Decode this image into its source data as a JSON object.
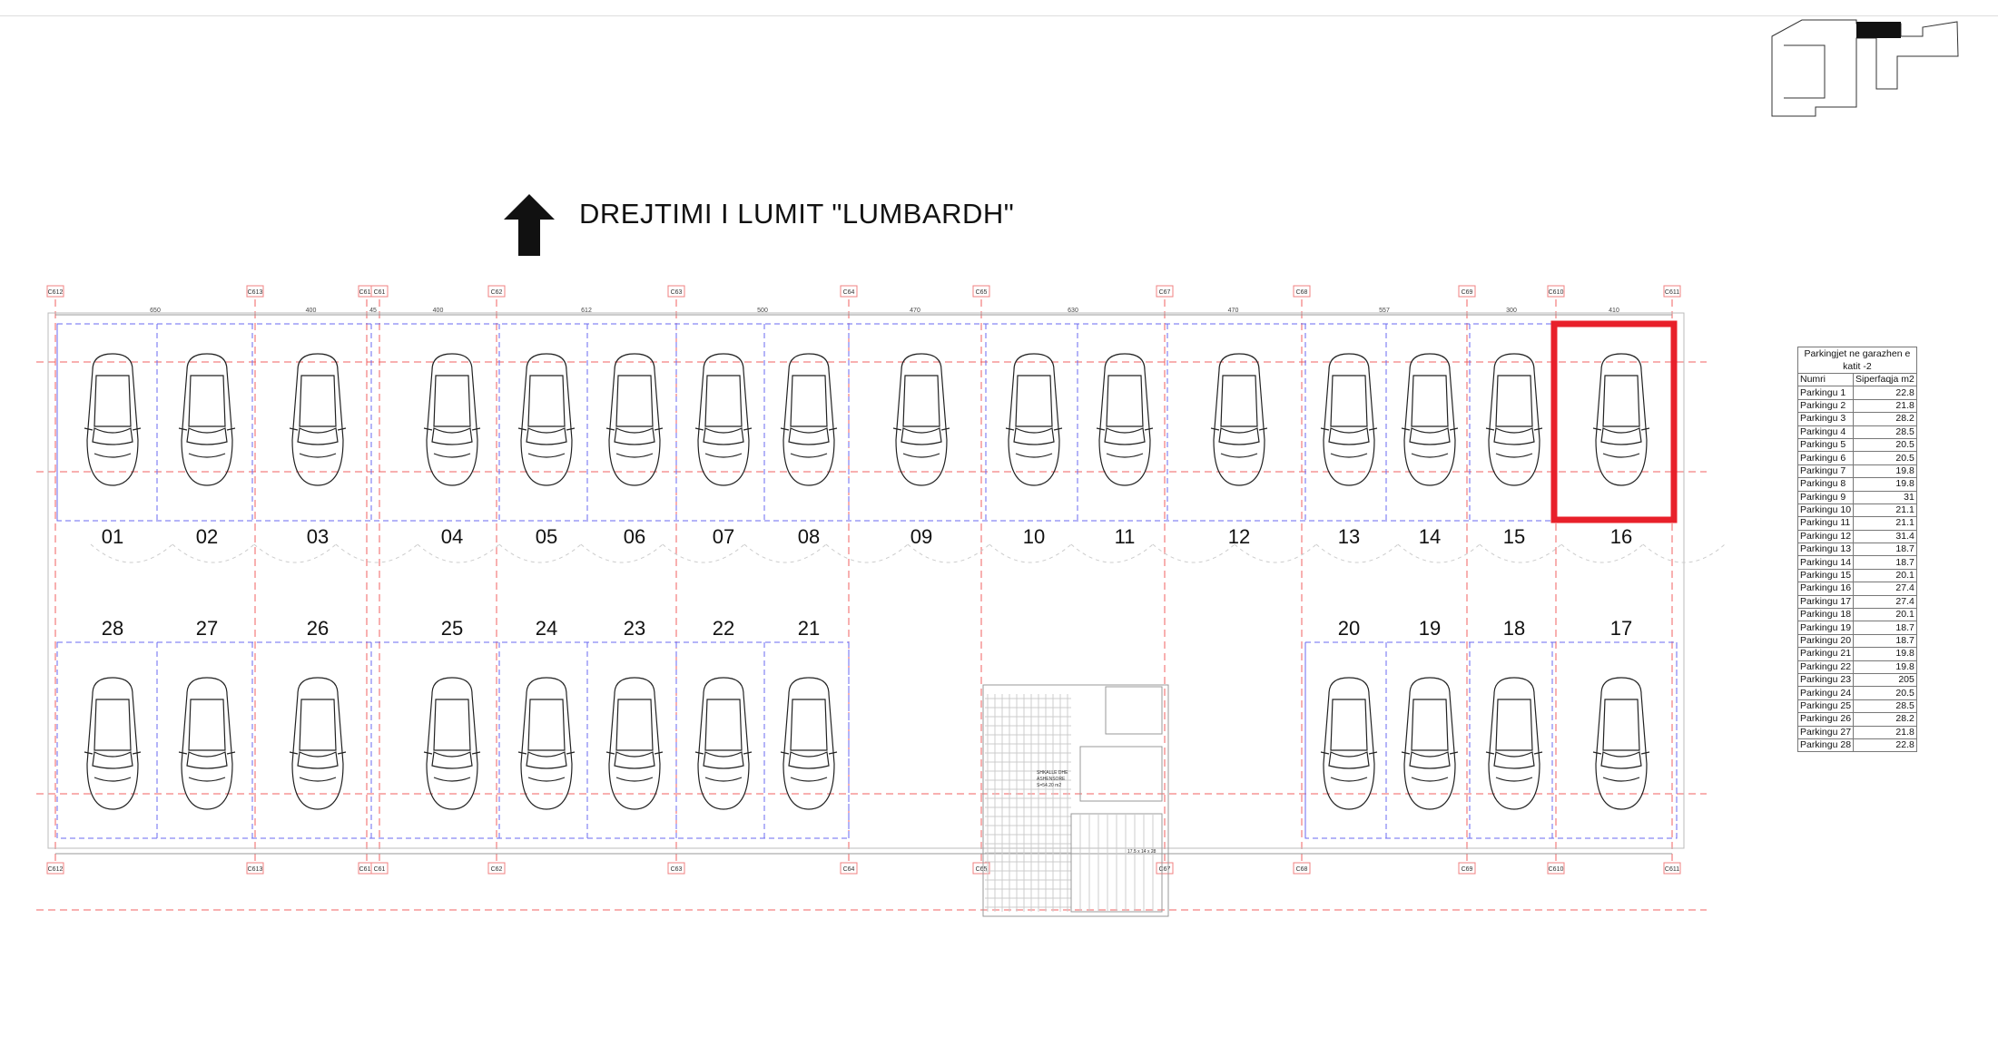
{
  "title": "DREJTIMI  I LUMIT \"LUMBARDH\"",
  "grid_tags_top": [
    "C612",
    "C613",
    "C614",
    "C61",
    "C62",
    "C63",
    "C64",
    "C65",
    "C67",
    "C68",
    "C69",
    "C610",
    "C611"
  ],
  "dimensions_top": [
    "650",
    "400",
    "45",
    "400",
    "612",
    "500",
    "470",
    "630",
    "470",
    "557",
    "300",
    "410"
  ],
  "top_row_spaces": [
    "01",
    "02",
    "03",
    "04",
    "05",
    "06",
    "07",
    "08",
    "09",
    "10",
    "11",
    "12",
    "13",
    "14",
    "15",
    "16"
  ],
  "bottom_row_spaces_left": [
    "28",
    "27",
    "26",
    "25",
    "24",
    "23",
    "22",
    "21"
  ],
  "bottom_row_spaces_right": [
    "20",
    "19",
    "18",
    "17"
  ],
  "highlighted_space": "16",
  "stair_core": {
    "label_1": "SHKALLE DHE",
    "label_2": "ASHENSORE",
    "area": "S=54.20 m2",
    "stair_spec": "17.5 x 14 x 28"
  },
  "table": {
    "title_line1": "Parkingjet ne garazhen e",
    "title_line2": "katit -2",
    "col_num": "Numri",
    "col_area": "Siperfaqja m2",
    "rows": [
      {
        "name": "Parkingu 1",
        "area": "22.8"
      },
      {
        "name": "Parkingu 2",
        "area": "21.8"
      },
      {
        "name": "Parkingu 3",
        "area": "28.2"
      },
      {
        "name": "Parkingu 4",
        "area": "28.5"
      },
      {
        "name": "Parkingu 5",
        "area": "20.5"
      },
      {
        "name": "Parkingu 6",
        "area": "20.5"
      },
      {
        "name": "Parkingu 7",
        "area": "19.8"
      },
      {
        "name": "Parkingu 8",
        "area": "19.8"
      },
      {
        "name": "Parkingu 9",
        "area": "31"
      },
      {
        "name": "Parkingu 10",
        "area": "21.1"
      },
      {
        "name": "Parkingu 11",
        "area": "21.1"
      },
      {
        "name": "Parkingu 12",
        "area": "31.4"
      },
      {
        "name": "Parkingu 13",
        "area": "18.7"
      },
      {
        "name": "Parkingu 14",
        "area": "18.7"
      },
      {
        "name": "Parkingu 15",
        "area": "20.1"
      },
      {
        "name": "Parkingu 16",
        "area": "27.4"
      },
      {
        "name": "Parkingu 17",
        "area": "27.4"
      },
      {
        "name": "Parkingu 18",
        "area": "20.1"
      },
      {
        "name": "Parkingu 19",
        "area": "18.7"
      },
      {
        "name": "Parkingu 20",
        "area": "18.7"
      },
      {
        "name": "Parkingu 21",
        "area": "19.8"
      },
      {
        "name": "Parkingu 22",
        "area": "19.8"
      },
      {
        "name": "Parkingu 23",
        "area": "205"
      },
      {
        "name": "Parkingu 24",
        "area": "20.5"
      },
      {
        "name": "Parkingu 25",
        "area": "28.5"
      },
      {
        "name": "Parkingu 26",
        "area": "28.2"
      },
      {
        "name": "Parkingu 27",
        "area": "21.8"
      },
      {
        "name": "Parkingu 28",
        "area": "22.8"
      }
    ]
  },
  "colors": {
    "highlight": "#e8202a",
    "grid_red": "#f06060",
    "grid_blue": "#6a6af0"
  }
}
